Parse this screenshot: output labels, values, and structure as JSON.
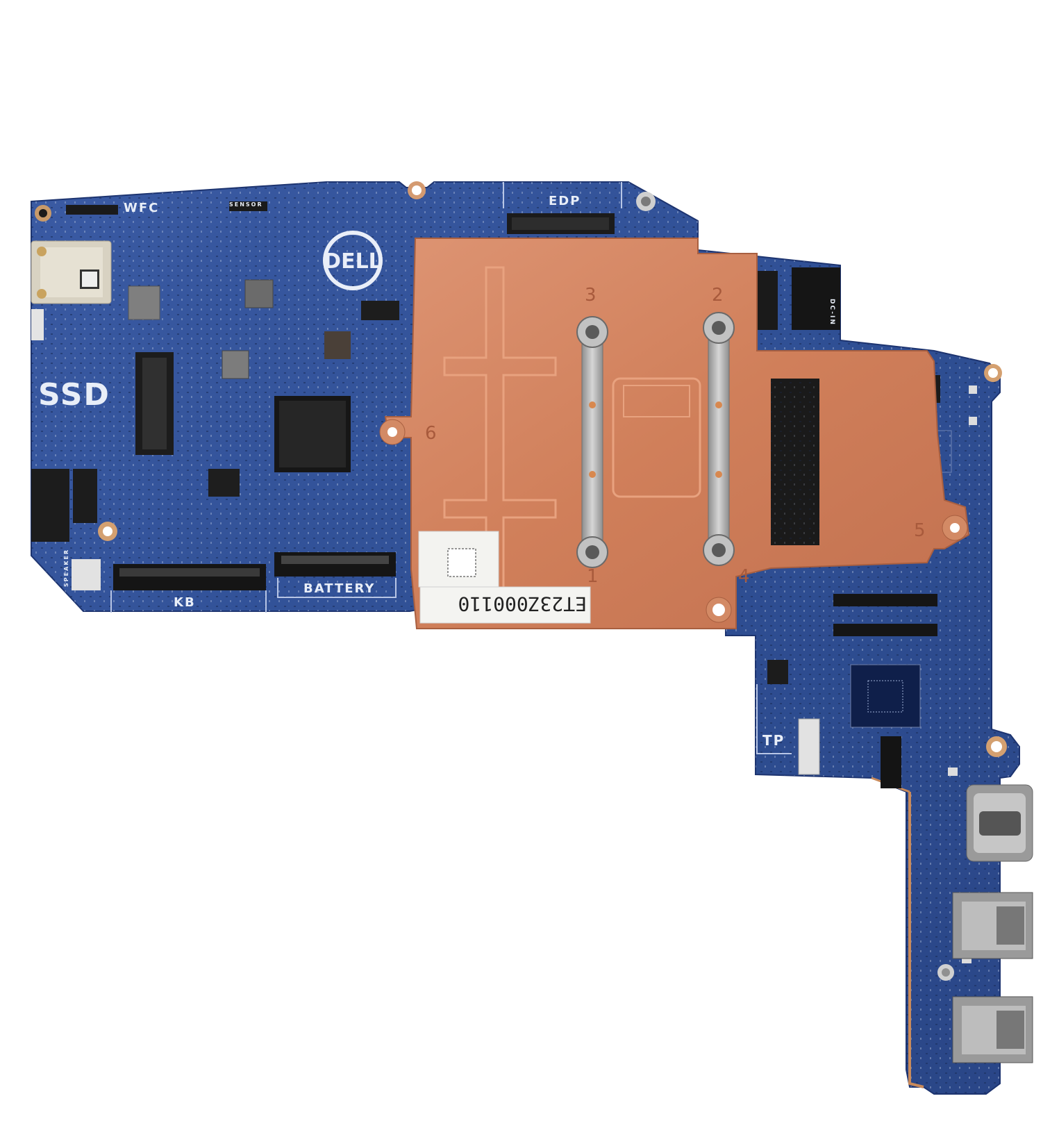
{
  "board": {
    "brand": "DELL",
    "labels": {
      "wfc": "WFC",
      "sensor": "SENSOR",
      "edp": "EDP",
      "ssd": "SSD",
      "kb": "KB",
      "battery": "BATTERY",
      "tp": "TP",
      "speaker": "SPEAKER",
      "dc_in": "DC-IN"
    },
    "sticker": {
      "serial": "ET23Z000110"
    },
    "heatsink_screw_numbers": [
      "1",
      "2",
      "3",
      "4",
      "5",
      "6"
    ]
  },
  "colors": {
    "pcb": "#2f4f94",
    "pcb_dark": "#243f7c",
    "copper": "#d2835e",
    "copper_dark": "#b96a48",
    "silver": "#b8b8b8",
    "background": "#ffffff"
  }
}
